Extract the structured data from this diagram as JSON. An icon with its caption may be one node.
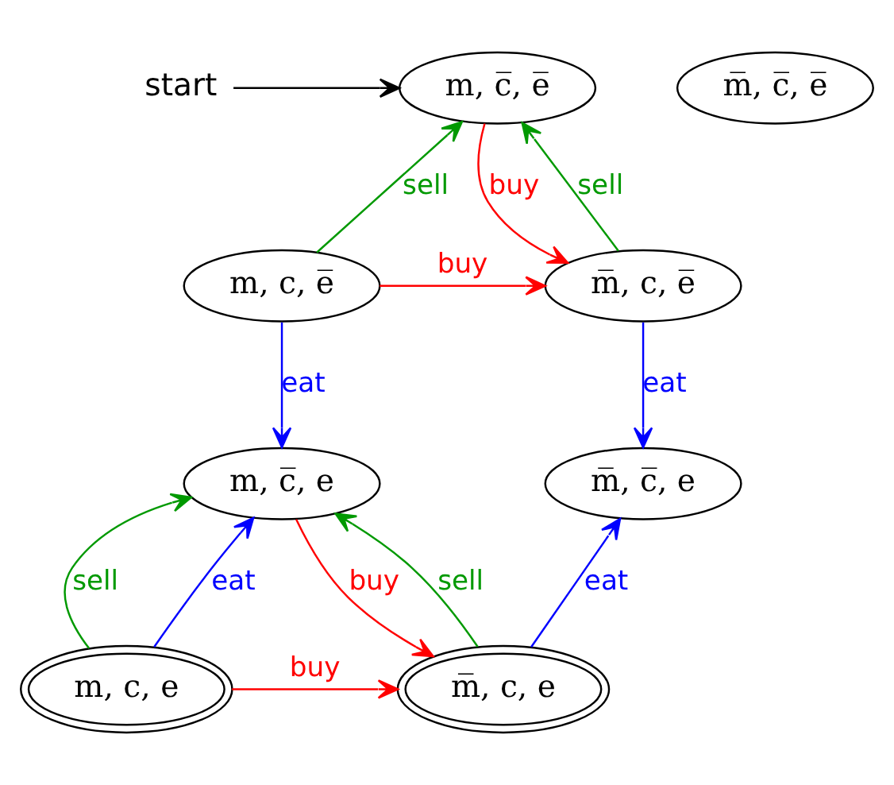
{
  "diagram": {
    "nodes": [
      {
        "text": [
          "start"
        ]
      },
      {
        "text": [
          "m, c̅, e̅"
        ]
      },
      {
        "text": [
          "m̅, c̅, e̅"
        ]
      },
      {
        "text": [
          "m, c̅, e"
        ]
      },
      {
        "text": [
          "m̅, c̅, e"
        ]
      },
      {
        "text": [
          "m, c, e̅"
        ]
      },
      {
        "text": [
          "m̅, c, e̅"
        ]
      },
      {
        "text": [
          "m, c, e"
        ]
      },
      {
        "text": [
          "m̅, c, e"
        ]
      }
    ],
    "edges": [
      {
        "from": 0,
        "to": 1,
        "arrow": "to",
        "color": "#000000"
      },
      {
        "from": 5,
        "to": 1,
        "arrow": "to",
        "label": "sell",
        "color": "#009900"
      },
      {
        "from": 1,
        "to": 6,
        "arrow": "to",
        "label": "buy",
        "color": "#ff0000"
      },
      {
        "from": 6,
        "to": 1,
        "arrow": "to",
        "label": "sell",
        "color": "#009900"
      },
      {
        "from": 6,
        "to": 4,
        "arrow": "to",
        "label": "eat",
        "color": "#0000ff"
      },
      {
        "from": 5,
        "to": 3,
        "arrow": "to",
        "label": "eat",
        "color": "#0000ff"
      },
      {
        "from": 5,
        "to": 6,
        "arrow": "to",
        "label": "buy",
        "color": "#ff0000"
      },
      {
        "from": 3,
        "to": 8,
        "arrow": "to",
        "label": "buy",
        "color": "#ff0000"
      },
      {
        "from": 8,
        "to": 3,
        "arrow": "to",
        "label": "sell",
        "color": "#009900"
      },
      {
        "from": 7,
        "to": 3,
        "arrow": "to",
        "label": "sell",
        "color": "#009900"
      },
      {
        "from": 7,
        "to": 3,
        "arrow": "to",
        "label": "eat",
        "color": "#0000ff"
      },
      {
        "from": 7,
        "to": 8,
        "arrow": "to",
        "label": "buy",
        "color": "#ff0000"
      },
      {
        "from": 8,
        "to": 4,
        "arrow": "to",
        "label": "eat",
        "color": "#0000ff"
      }
    ]
  }
}
